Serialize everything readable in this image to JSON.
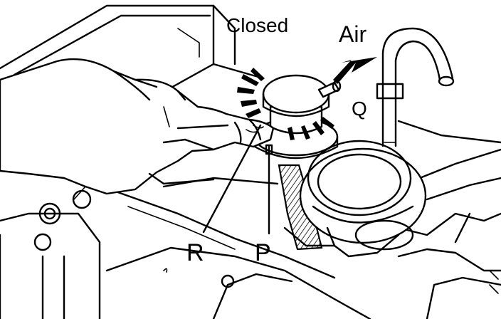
{
  "labels": {
    "closed": "Closed",
    "air": "Air",
    "q": "Q",
    "r": "R",
    "p": "P"
  },
  "colors": {
    "ink": "#000000",
    "paper": "#ffffff"
  },
  "icons": {
    "air_arrow": "arrow-down-left-icon",
    "vacuum_rays": "radiating-lines-icon"
  }
}
